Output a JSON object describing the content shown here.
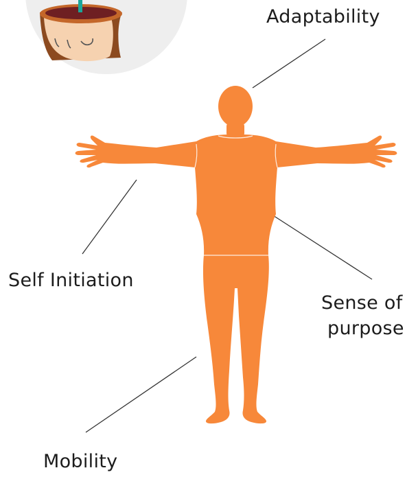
{
  "labels": {
    "adaptability": "Adaptability",
    "self_initiation": "Self Initiation",
    "sense_of_purpose_line1": "Sense of",
    "sense_of_purpose_line2": "purpose",
    "mobility": "Mobility"
  },
  "colors": {
    "figure": "#F7883A",
    "leader_line": "#333333",
    "circle_bg": "#EEEEEE",
    "hair": "#8C4A1F",
    "face": "#F6D2B0",
    "pot_rim": "#C4672A",
    "pot_inner": "#6E1F22",
    "stem": "#1AA79A"
  },
  "icons": {
    "human_figure": "human-body-icon",
    "head_pot": "head-plant-pot-icon"
  }
}
